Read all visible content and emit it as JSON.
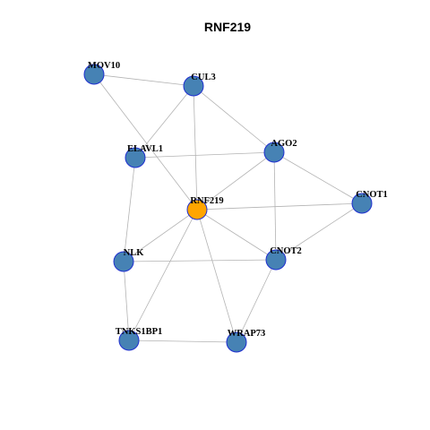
{
  "title": "RNF219",
  "colors": {
    "node_fill": "#4682b4",
    "node_stroke": "#1f2fd0",
    "center_fill": "#ffa500",
    "center_stroke": "#1f2fd0",
    "edge": "#b3b3b3"
  },
  "nodes": [
    {
      "id": "MOV10",
      "label": "MOV10",
      "center": false
    },
    {
      "id": "CUL3",
      "label": "CUL3",
      "center": false
    },
    {
      "id": "ELAVL1",
      "label": "ELAVL1",
      "center": false
    },
    {
      "id": "AGO2",
      "label": "AGO2",
      "center": false
    },
    {
      "id": "RNF219",
      "label": "RNF219",
      "center": true
    },
    {
      "id": "CNOT1",
      "label": "CNOT1",
      "center": false
    },
    {
      "id": "NLK",
      "label": "NLK",
      "center": false
    },
    {
      "id": "CNOT2",
      "label": "CNOT2",
      "center": false
    },
    {
      "id": "TNKS1BP1",
      "label": "TNKS1BP1",
      "center": false
    },
    {
      "id": "WRAP73",
      "label": "WRAP73",
      "center": false
    }
  ],
  "edges": [
    [
      "MOV10",
      "CUL3"
    ],
    [
      "MOV10",
      "RNF219"
    ],
    [
      "CUL3",
      "ELAVL1"
    ],
    [
      "CUL3",
      "RNF219"
    ],
    [
      "CUL3",
      "AGO2"
    ],
    [
      "ELAVL1",
      "AGO2"
    ],
    [
      "ELAVL1",
      "NLK"
    ],
    [
      "AGO2",
      "RNF219"
    ],
    [
      "AGO2",
      "CNOT1"
    ],
    [
      "AGO2",
      "CNOT2"
    ],
    [
      "RNF219",
      "CNOT1"
    ],
    [
      "RNF219",
      "CNOT2"
    ],
    [
      "RNF219",
      "NLK"
    ],
    [
      "RNF219",
      "TNKS1BP1"
    ],
    [
      "RNF219",
      "WRAP73"
    ],
    [
      "CNOT1",
      "CNOT2"
    ],
    [
      "NLK",
      "CNOT2"
    ],
    [
      "NLK",
      "TNKS1BP1"
    ],
    [
      "CNOT2",
      "WRAP73"
    ],
    [
      "TNKS1BP1",
      "WRAP73"
    ]
  ]
}
